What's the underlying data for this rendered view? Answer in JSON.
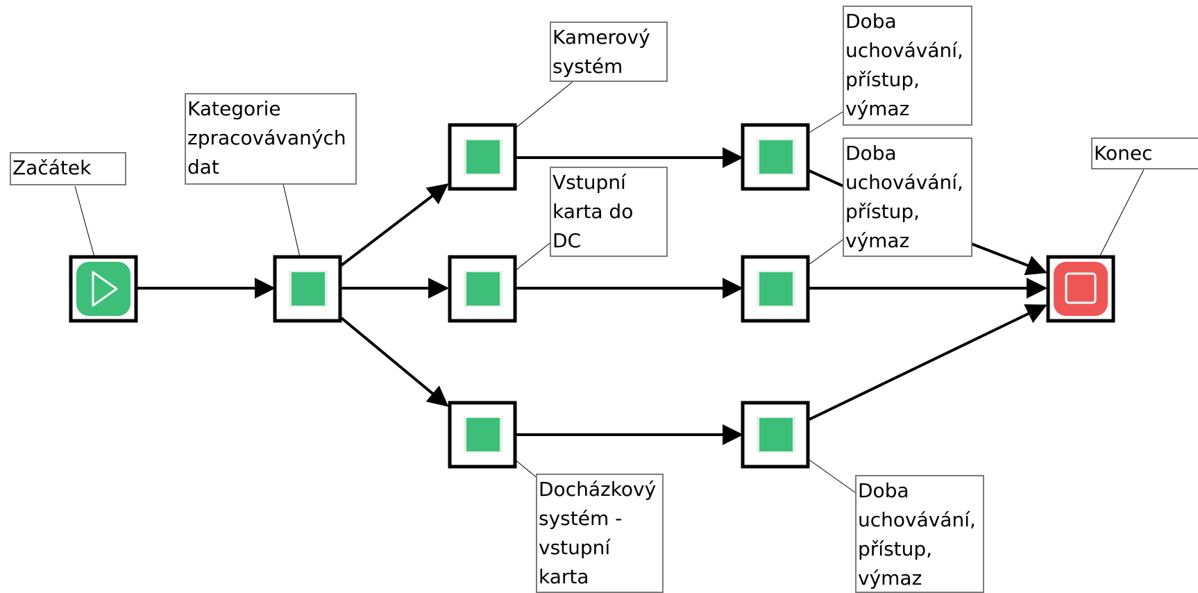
{
  "diagram": {
    "colors": {
      "task": "#3dbf79",
      "start": "#3dbf79",
      "end": "#ee5656",
      "line": "#000000",
      "label_border": "#7a7a7a"
    },
    "labels": {
      "start": "Začátek",
      "category": "Kategorie\nzpracovávaných\ndat",
      "camera": "Kamerový\nsystém",
      "entry_card": "Vstupní\nkarta do\nDC",
      "attendance": "Docházkový\nsystém -\nvstupní\nkarta",
      "retention_1": "Doba\nuchovávání,\npřístup,\nvýmaz",
      "retention_2": "Doba\nuchovávání,\npřístup,\nvýmaz",
      "retention_3": "Doba\nuchovávání,\npřístup,\nvýmaz",
      "end": "Konec"
    },
    "icons": {
      "start": "play-triangle-icon",
      "end": "stop-square-icon",
      "task": "task-square-icon"
    }
  }
}
